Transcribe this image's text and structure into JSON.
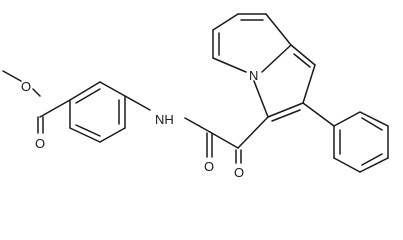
{
  "molecule": {
    "atom_labels": {
      "ester_o_single": "O",
      "ester_o_double": "O",
      "amide_nh": "NH",
      "amide_o": "O",
      "keto_o": "O",
      "indolizine_n": "N"
    }
  }
}
